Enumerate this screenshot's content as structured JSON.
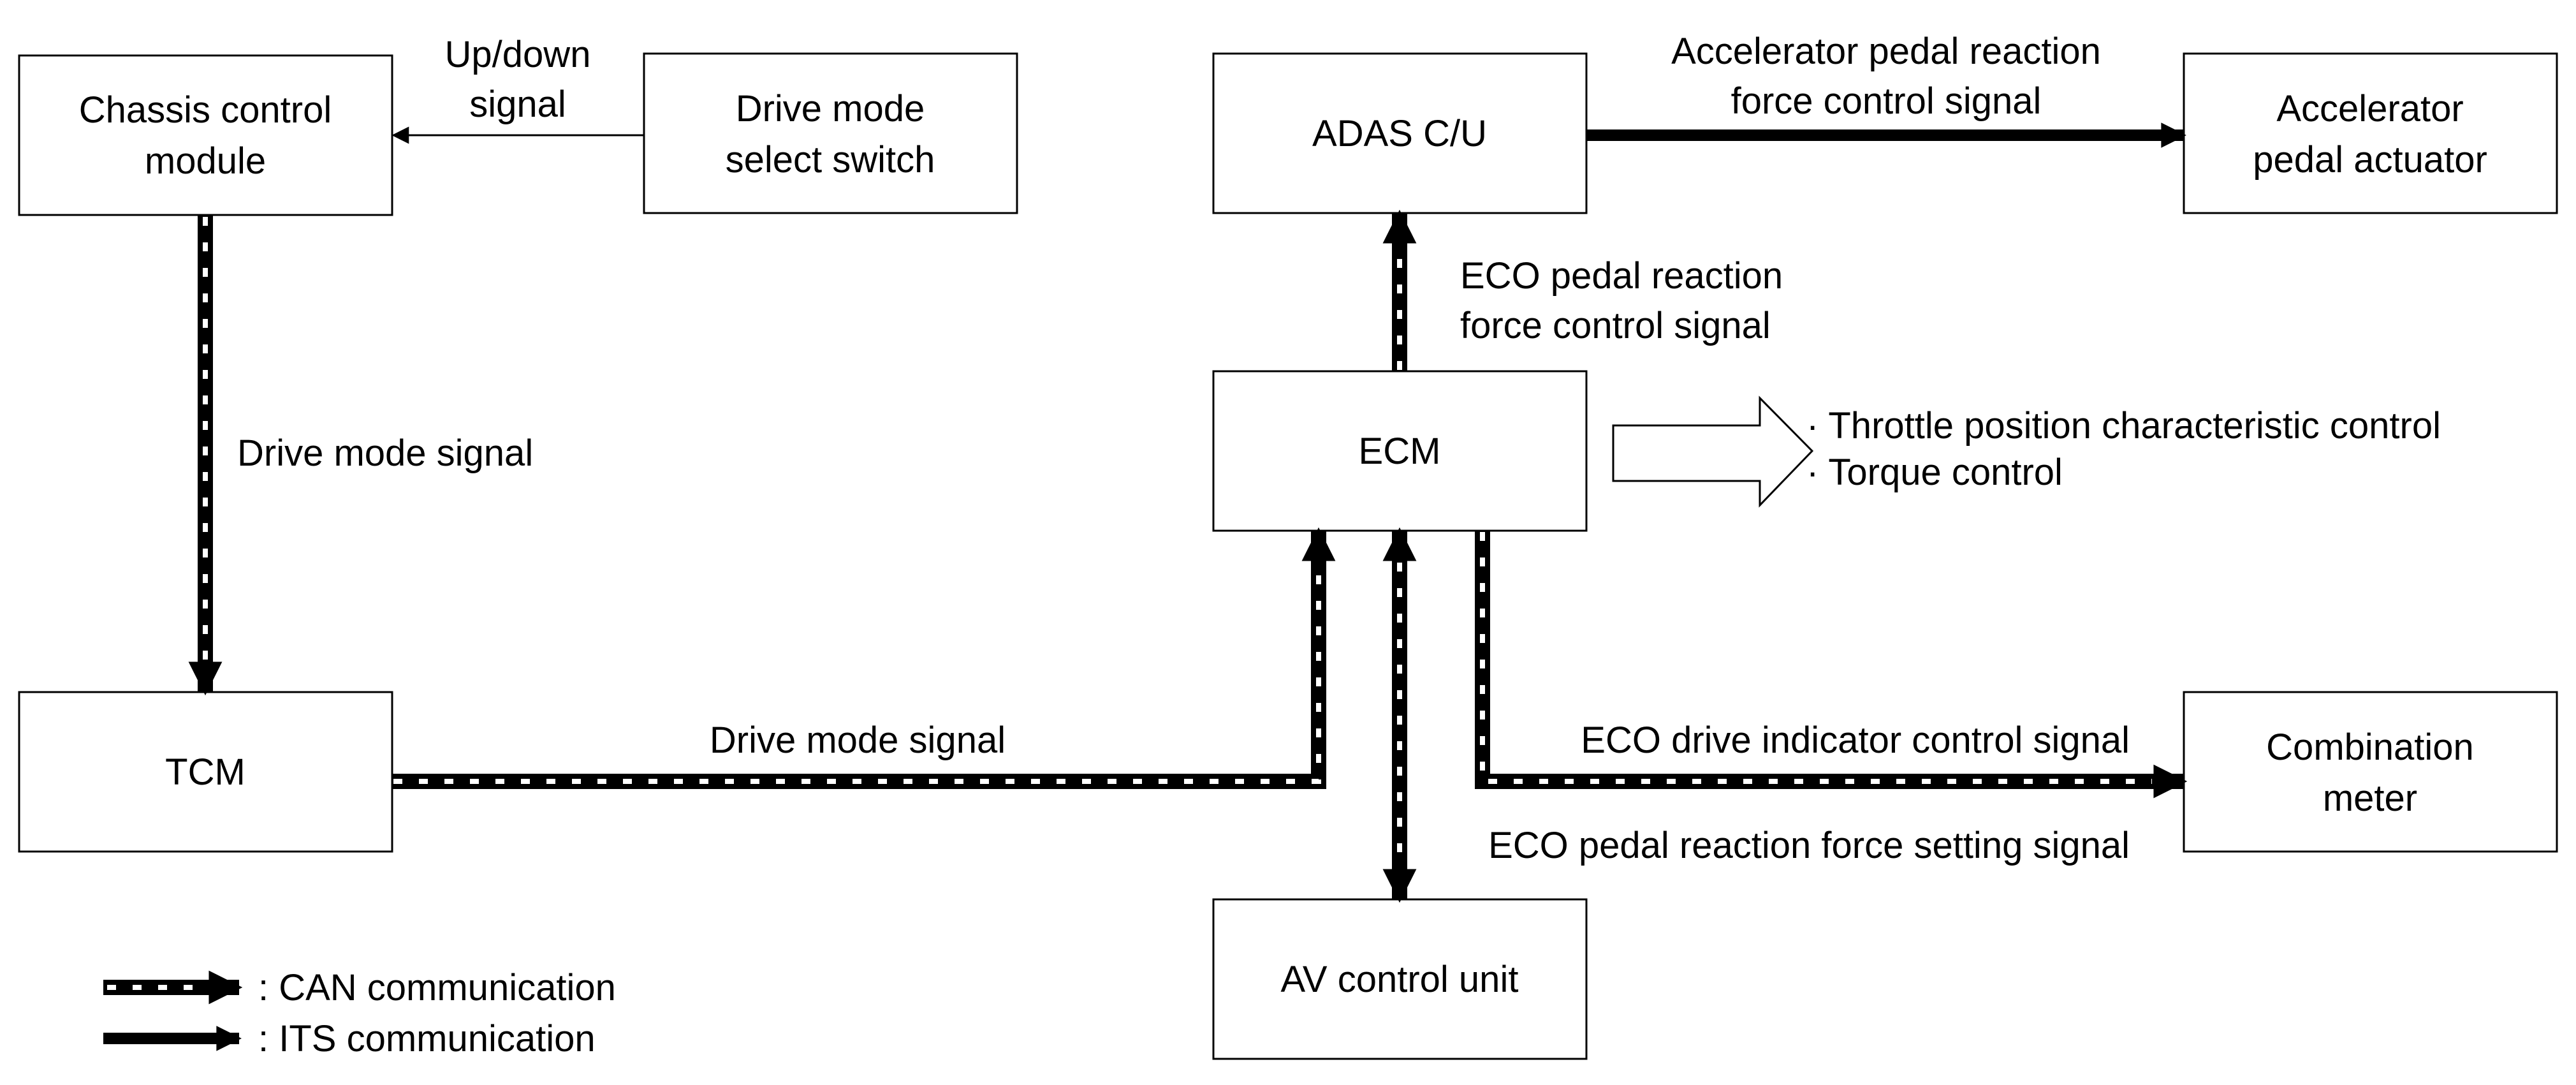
{
  "blocks": {
    "chassis": [
      "Chassis control",
      "module"
    ],
    "drive_switch": [
      "Drive mode",
      "select switch"
    ],
    "adas": [
      "ADAS C/U"
    ],
    "accel_actuator": [
      "Accelerator",
      "pedal actuator"
    ],
    "ecm": [
      "ECM"
    ],
    "tcm": [
      "TCM"
    ],
    "combination_meter": [
      "Combination",
      "meter"
    ],
    "av_unit": [
      "AV control unit"
    ]
  },
  "signals": {
    "up_down": [
      "Up/down",
      "signal"
    ],
    "accel_reaction": [
      "Accelerator pedal reaction",
      "force control signal"
    ],
    "eco_pedal_reaction": [
      "ECO pedal reaction",
      "force control signal"
    ],
    "drive_mode_vertical": "Drive mode signal",
    "drive_mode_horizontal": "Drive mode signal",
    "eco_drive_indicator": "ECO drive indicator control signal",
    "eco_pedal_setting": "ECO pedal reaction force setting signal"
  },
  "ecm_outputs": [
    "· Throttle position characteristic control",
    "· Torque control"
  ],
  "legend": {
    "can": ": CAN communication",
    "its": ": ITS communication"
  }
}
